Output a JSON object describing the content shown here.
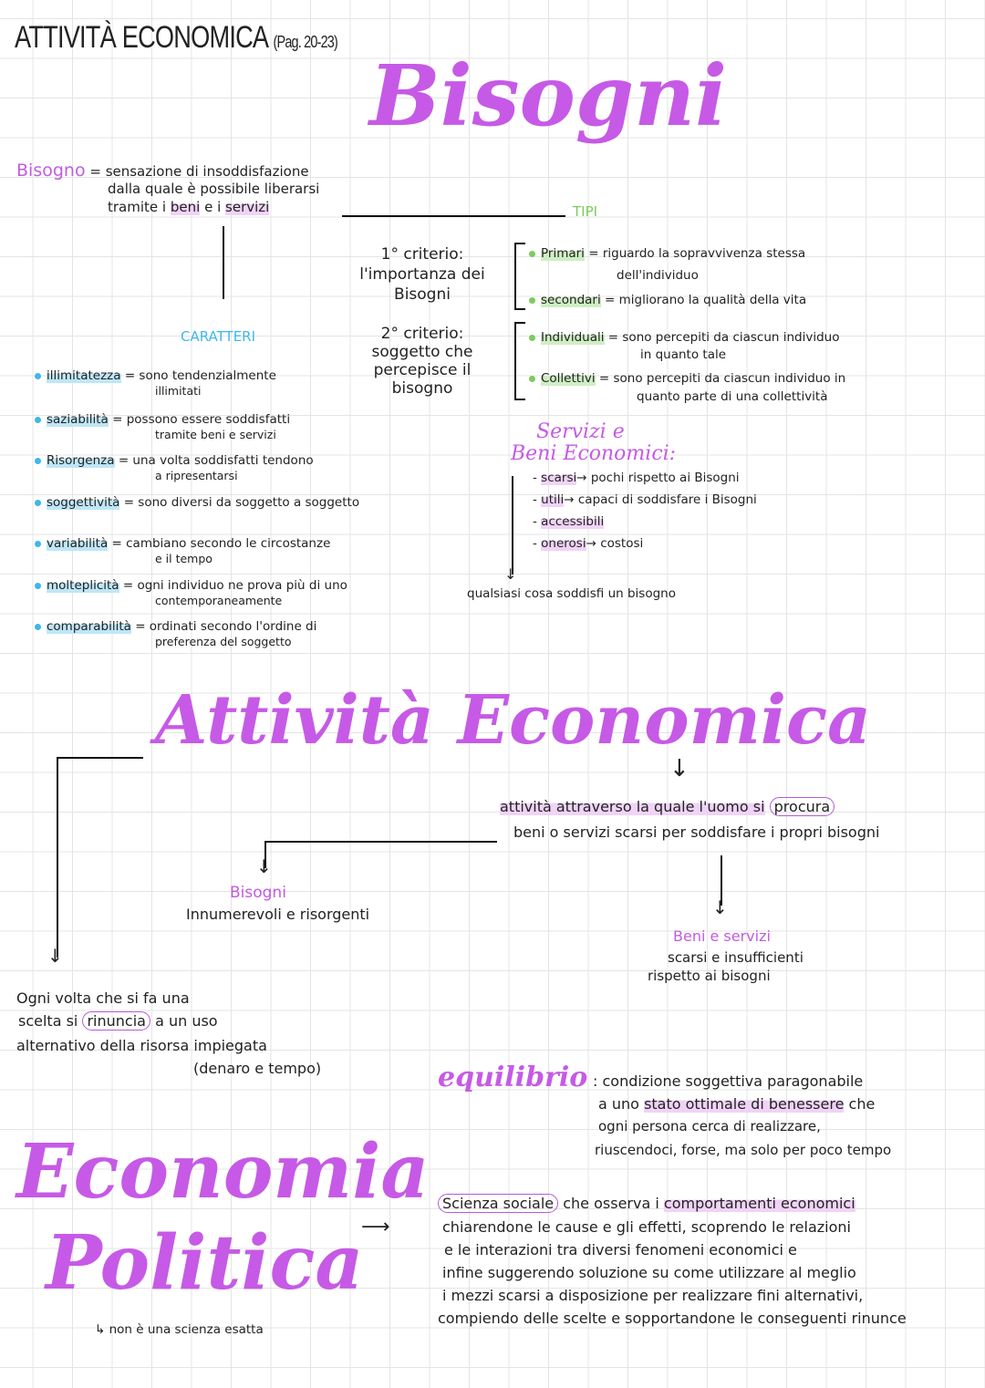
{
  "header": {
    "title": "ATTIVITÀ ECONOMICA",
    "pages": "(Pag. 20-23)"
  },
  "bisogni": {
    "heading": "Bisogni",
    "definition_term": "Bisogno",
    "definition": [
      "= sensazione di insoddisfazione",
      "dalla quale è possibile liberarsi",
      "tramite i"
    ],
    "def_beni": "beni",
    "def_e": "e i",
    "def_servizi": "servizi",
    "tipi_label": "TIPI",
    "criterio1": [
      "1° criterio:",
      "l'importanza dei",
      "Bisogni"
    ],
    "criterio2": [
      "2° criterio:",
      "soggetto che",
      "percepisce il",
      "bisogno"
    ],
    "tipi": [
      {
        "term": "Primari",
        "text": "= riguardo la sopravvivenza stessa",
        "text2": "dell'individuo"
      },
      {
        "term": "secondari",
        "text": "= migliorano la qualità della vita",
        "text2": ""
      },
      {
        "term": "Individuali",
        "text": "= sono percepiti da ciascun individuo",
        "text2": "in quanto tale"
      },
      {
        "term": "Collettivi",
        "text": "= sono percepiti da ciascun individuo in",
        "text2": "quanto parte di una collettività"
      }
    ],
    "caratteri_label": "CARATTERI",
    "caratteri": [
      {
        "term": "illimitatezza",
        "text": "= sono tendenzialmente",
        "text2": "illimitati"
      },
      {
        "term": "saziabilità",
        "text": "= possono essere soddisfatti",
        "text2": "tramite beni e servizi"
      },
      {
        "term": "Risorgenza",
        "text": "= una volta soddisfatti tendono",
        "text2": "a ripresentarsi"
      },
      {
        "term": "soggettività",
        "text": "= sono diversi da soggetto a soggetto",
        "text2": ""
      },
      {
        "term": "variabilità",
        "text": "= cambiano secondo le circostanze",
        "text2": "e il tempo"
      },
      {
        "term": "molteplicità",
        "text": "= ogni individuo ne prova più di uno",
        "text2": "contemporaneamente"
      },
      {
        "term": "comparabilità",
        "text": "= ordinati secondo l'ordine di",
        "text2": "preferenza del soggetto"
      }
    ],
    "beni_title": [
      "Servizi e",
      "Beni Economici:"
    ],
    "beni": [
      {
        "term": "scarsi",
        "text": "→ pochi rispetto ai Bisogni"
      },
      {
        "term": "utili",
        "text": "→ capaci di soddisfare i Bisogni"
      },
      {
        "term": "accessibili",
        "text": ""
      },
      {
        "term": "onerosi",
        "text": "→ costosi"
      }
    ],
    "beni_result": "qualsiasi cosa soddisfi un bisogno"
  },
  "attivita": {
    "heading": "Attività Economica",
    "definition": [
      "attività attraverso la quale l'uomo si",
      "beni o servizi scarsi per soddisfare i propri bisogni"
    ],
    "procura": "procura",
    "bisogni_label": "Bisogni",
    "bisogni_text": "Innumerevoli e risorgenti",
    "beni_label": "Beni e servizi",
    "beni_text": [
      "scarsi e insufficienti",
      "rispetto ai bisogni"
    ],
    "scelta": [
      "Ogni volta che si fa una",
      "scelta si",
      "a un uso",
      "alternativo della risorsa impiegata",
      "(denaro e tempo)"
    ],
    "rinuncia": "rinuncia",
    "equilibrio_label": "equilibrio",
    "equilibrio": [
      ": condizione soggettiva paragonabile",
      "a uno",
      "stato ottimale di benessere",
      "che",
      "ogni persona cerca di realizzare,",
      "riuscendoci, forse, ma solo per poco tempo"
    ]
  },
  "economia": {
    "heading": [
      "Economia",
      "Politica"
    ],
    "note": "↳ non è una scienza esatta",
    "scienza": "Scienza sociale",
    "text": [
      "che osserva i",
      "comportamenti economici",
      "chiarendone le cause e gli effetti, scoprendo le relazioni",
      "e le interazioni tra diversi fenomeni economici e",
      "infine suggerendo soluzione su come utilizzare al meglio",
      "i mezzi scarsi a disposizione per realizzare fini alternativi,",
      "compiendo delle scelte e sopportandone le conseguenti rinunce"
    ]
  },
  "colors": {
    "purple": "#c65ae6",
    "blue": "#3db8ea",
    "green": "#7ccc5e"
  }
}
